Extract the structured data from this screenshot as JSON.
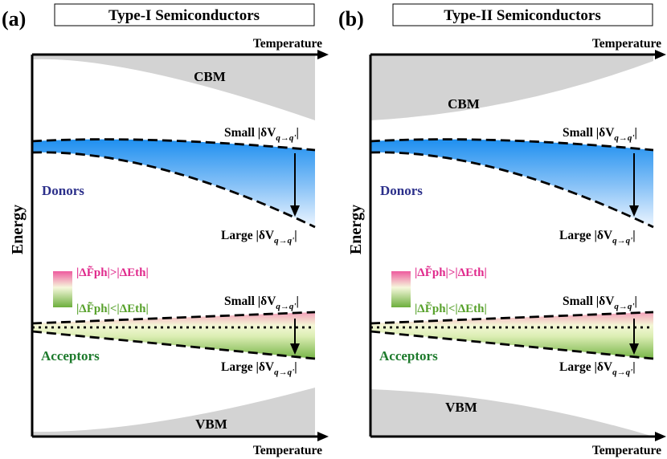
{
  "panels": [
    {
      "label": "(a)",
      "title": "Type-I Semiconductors",
      "x_axis_label": "Temperature",
      "y_axis_label": "Energy",
      "cbm_label": "CBM",
      "vbm_label": "VBM",
      "donors_label": "Donors",
      "acceptors_label": "Acceptors",
      "donor_small_label": "Small |δV",
      "donor_large_label": "Large |δV",
      "acceptor_small_label": "Small |δV",
      "acceptor_large_label": "Large |δV",
      "subscript": "q→q'",
      "legend_pink": "|ΔF̃ph|>|ΔEth|",
      "legend_green": "|ΔF̃ph|<|ΔEth|"
    },
    {
      "label": "(b)",
      "title": "Type-II Semiconductors",
      "x_axis_label": "Temperature",
      "y_axis_label": "Energy",
      "cbm_label": "CBM",
      "vbm_label": "VBM",
      "donors_label": "Donors",
      "acceptors_label": "Acceptors",
      "donor_small_label": "Small |δV",
      "donor_large_label": "Large |δV",
      "acceptor_small_label": "Small |δV",
      "acceptor_large_label": "Large |δV",
      "subscript": "q→q'",
      "legend_pink": "|ΔF̃ph|>|ΔEth|",
      "legend_green": "|ΔF̃ph|<|ΔEth|"
    }
  ],
  "colors": {
    "band_gray": "#d3d3d3",
    "donor_blue": "#1e8ff0",
    "donor_pale": "#eef6ff",
    "acceptor_pink": "#f39ab8",
    "acceptor_cream": "#f4f7d6",
    "acceptor_green": "#6cae3c",
    "donors_text": "#2b2f8a",
    "acceptors_text": "#1d7a2c",
    "legend_pink_text": "#e02a8c",
    "legend_green_text": "#57a12b"
  }
}
